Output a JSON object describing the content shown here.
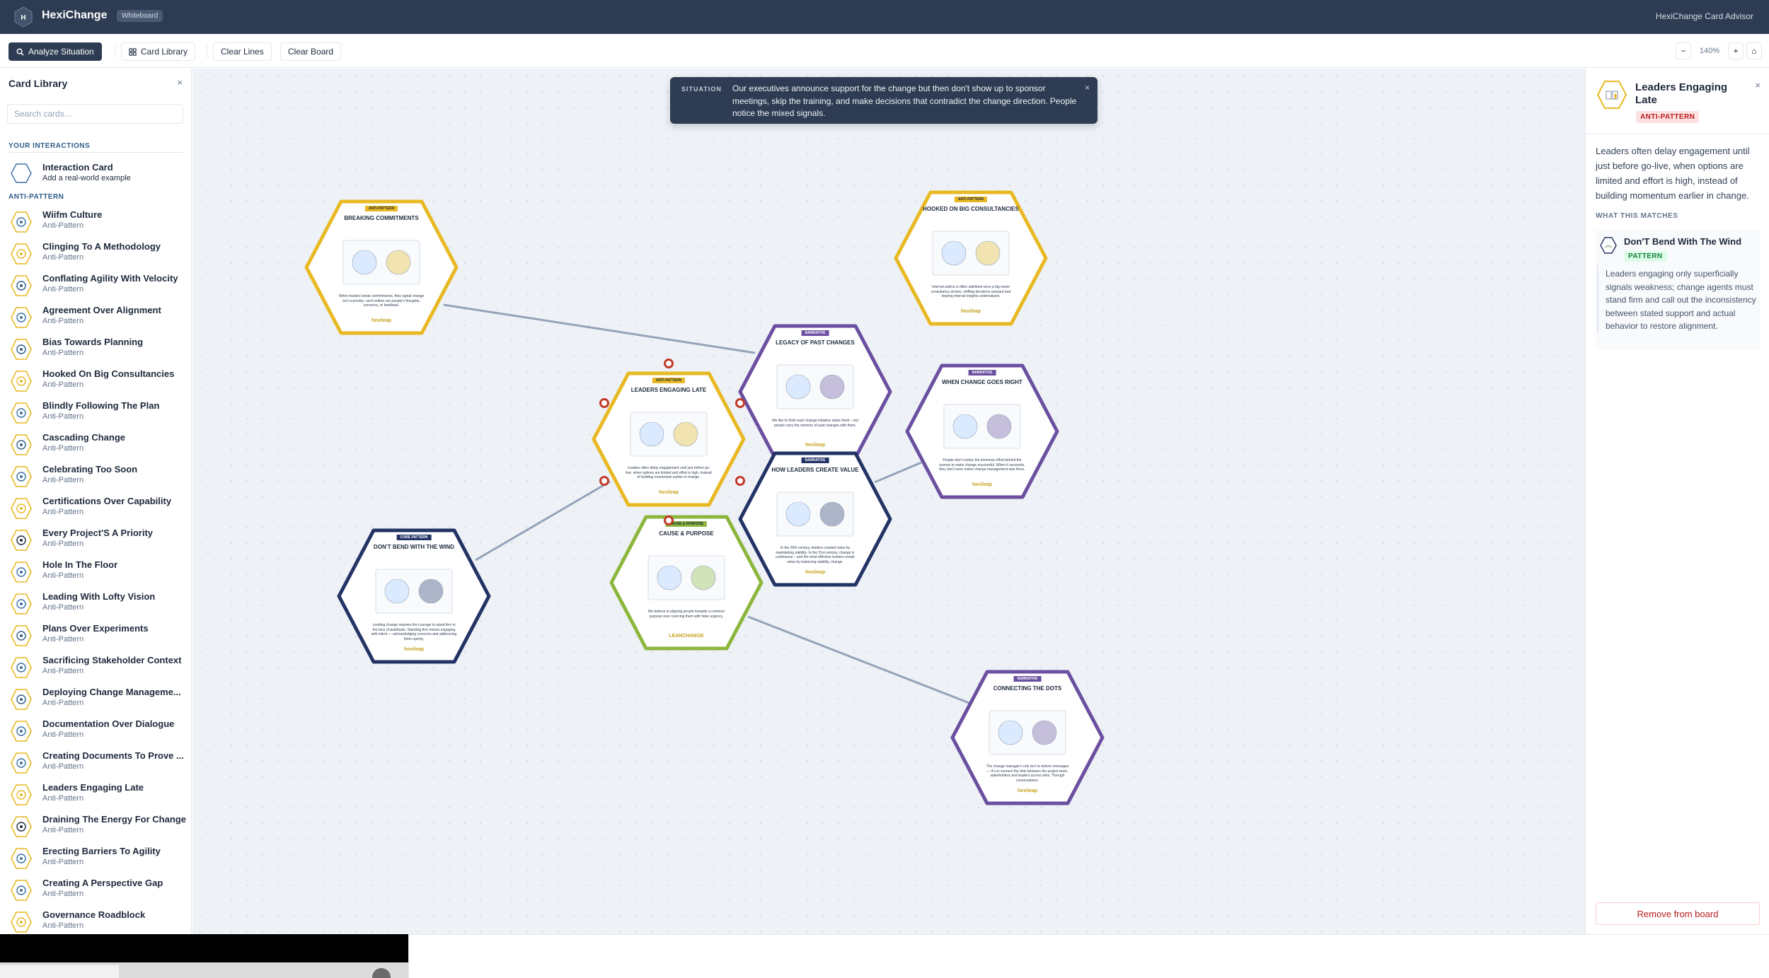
{
  "header": {
    "app_title": "HexiChange",
    "badge": "Whiteboard",
    "right_label": "HexiChange Card Advisor"
  },
  "toolbar": {
    "analyze": "Analyze Situation",
    "card_library": "Card Library",
    "clear_lines": "Clear Lines",
    "clear_board": "Clear Board",
    "zoom_out": "−",
    "zoom": "140%",
    "zoom_in": "+",
    "home": "⌂"
  },
  "library": {
    "title": "Card Library",
    "close": "×",
    "search_placeholder": "Search cards...",
    "section_interactions": "YOUR INTERACTIONS",
    "interaction_title": "Interaction Card",
    "interaction_sub": "Add a real-world example",
    "section_antipattern": "ANTI-PATTERN",
    "items": [
      {
        "name": "Wiifm Culture",
        "type": "Anti-Pattern"
      },
      {
        "name": "Clinging To A Methodology",
        "type": "Anti-Pattern"
      },
      {
        "name": "Conflating Agility With Velocity",
        "type": "Anti-Pattern"
      },
      {
        "name": "Agreement Over Alignment",
        "type": "Anti-Pattern"
      },
      {
        "name": "Bias Towards Planning",
        "type": "Anti-Pattern"
      },
      {
        "name": "Hooked On Big Consultancies",
        "type": "Anti-Pattern"
      },
      {
        "name": "Blindly Following The Plan",
        "type": "Anti-Pattern"
      },
      {
        "name": "Cascading Change",
        "type": "Anti-Pattern"
      },
      {
        "name": "Celebrating Too Soon",
        "type": "Anti-Pattern"
      },
      {
        "name": "Certifications Over Capability",
        "type": "Anti-Pattern"
      },
      {
        "name": "Every Project'S A Priority",
        "type": "Anti-Pattern"
      },
      {
        "name": "Hole In The Floor",
        "type": "Anti-Pattern"
      },
      {
        "name": "Leading With Lofty Vision",
        "type": "Anti-Pattern"
      },
      {
        "name": "Plans Over Experiments",
        "type": "Anti-Pattern"
      },
      {
        "name": "Sacrificing Stakeholder Context",
        "type": "Anti-Pattern"
      },
      {
        "name": "Deploying Change Manageme...",
        "type": "Anti-Pattern"
      },
      {
        "name": "Documentation Over Dialogue",
        "type": "Anti-Pattern"
      },
      {
        "name": "Creating Documents To Prove ...",
        "type": "Anti-Pattern"
      },
      {
        "name": "Leaders Engaging Late",
        "type": "Anti-Pattern"
      },
      {
        "name": "Draining The Energy For Change",
        "type": "Anti-Pattern"
      },
      {
        "name": "Erecting Barriers To Agility",
        "type": "Anti-Pattern"
      },
      {
        "name": "Creating A Perspective Gap",
        "type": "Anti-Pattern"
      },
      {
        "name": "Governance Roadblock",
        "type": "Anti-Pattern"
      }
    ]
  },
  "situation": {
    "label": "SITUATION",
    "text": "Our executives announce support for the change but then don't show up to sponsor meetings, skip the training, and make decisions that contradict the change direction. People notice the mixed signals.",
    "close": "×"
  },
  "board": {
    "cards": [
      {
        "tag": "ANTI-PATTERN",
        "title": "BREAKING COMMITMENTS",
        "body": "When leaders break commitments, they signal change isn't a priority—and neither are people's thoughts, concerns, or feedback.",
        "footer": "hexileap",
        "color": "#e8b923"
      },
      {
        "tag": "ANTI-PATTERN",
        "title": "HOOKED ON BIG CONSULTANCIES",
        "body": "Internal advice is often sidelined once a big-name consultancy arrives, shifting decisions outward and leaving internal insights undervalued.",
        "footer": "hexileap",
        "color": "#e8b923"
      },
      {
        "tag": "ANTI-PATTERN",
        "title": "LEADERS ENGAGING LATE",
        "body": "Leaders often delay engagement until just before go-live, when options are limited and effort is high, instead of building momentum earlier in change.",
        "footer": "hexileap",
        "color": "#e8b923"
      },
      {
        "tag": "NARRATIVE",
        "title": "LEGACY OF PAST CHANGES",
        "body": "We like to think each change initiative starts fresh – but people carry the memory of past changes with them.",
        "footer": "hexileap",
        "color": "#6b4fa0"
      },
      {
        "tag": "NARRATIVE",
        "title": "WHEN CHANGE GOES RIGHT",
        "body": "People don't realize the immense effort behind the scenes to make change successful. When it succeeds, they don't even notice change management was there.",
        "footer": "hexileap",
        "color": "#6b4fa0"
      },
      {
        "tag": "NARRATIVE",
        "title": "HOW LEADERS CREATE VALUE",
        "body": "In the 20th century, leaders created value by maintaining stability. In the 21st century, change is continuous – and the most effective leaders create value by balancing stability, change.",
        "footer": "hexileap",
        "color": "#233366"
      },
      {
        "tag": "CORE PATTERN",
        "title": "DON'T BEND WITH THE WIND",
        "body": "Leading change requires the courage to stand firm in the face of pushback. Standing firm means engaging with intent — acknowledging concerns and addressing them openly.",
        "footer": "hexileap",
        "color": "#233366"
      },
      {
        "tag": "CAUSE & PURPOSE",
        "title": "CAUSE & PURPOSE",
        "body": "We believe in aligning people towards a common purpose over coercing them with false urgency.",
        "footer": "LEANCHANGE",
        "color": "#8cb63c"
      },
      {
        "tag": "NARRATIVE",
        "title": "CONNECTING THE DOTS",
        "body": "The change manager's role isn't to deliver messages — it's to connect the dots between the project team, stakeholders and leaders across sites. Through conversations.",
        "footer": "hexileap",
        "color": "#6b4fa0"
      }
    ]
  },
  "detail": {
    "title": "Leaders Engaging Late",
    "close": "×",
    "badge": "ANTI-PATTERN",
    "description": "Leaders often delay engagement until just before go-live, when options are limited and effort is high, instead of building momentum earlier in change.",
    "section": "WHAT THIS MATCHES",
    "match_name": "Don'T Bend With The Wind",
    "match_badge": "PATTERN",
    "match_text": "Leaders engaging only superficially signals weakness; change agents must stand firm and call out the inconsistency between stated support and actual behavior to restore alignment.",
    "remove": "Remove from board"
  },
  "colors": {
    "header_bg": "#2d3c52",
    "anti_pattern": "#e8b923",
    "narrative": "#6b4fa0",
    "pattern_navy": "#233366",
    "cause_green": "#8cb63c",
    "selected_handle": "#c0392b"
  },
  "icons": {
    "logo": "hexagon-logo-icon",
    "analyze": "search-icon",
    "library": "grid-icon",
    "home": "home-icon"
  }
}
